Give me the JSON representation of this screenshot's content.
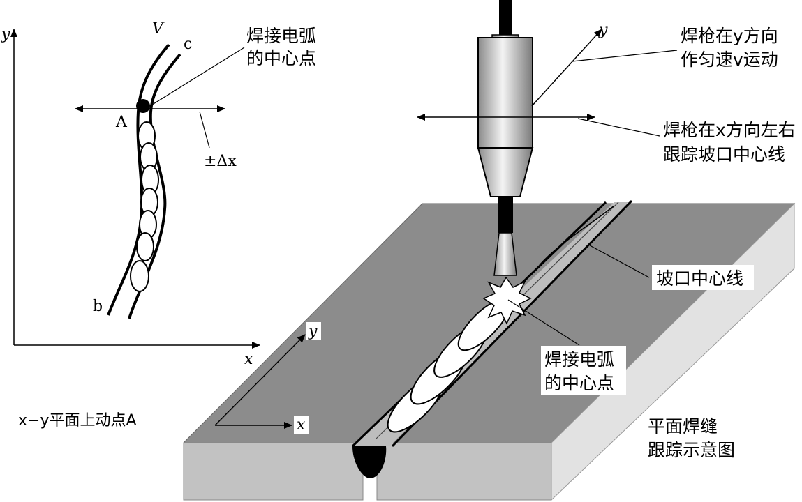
{
  "left_plot": {
    "axis_y": "y",
    "axis_x": "x",
    "curve_v": "V",
    "curve_c": "c",
    "curve_b": "b",
    "point_a": "A",
    "delta_x": "±Δx",
    "arc_center_line1": "焊接电弧",
    "arc_center_line2": "的中心点",
    "caption": "x−y平面上动点A"
  },
  "right_view": {
    "torch_axis_y": "y",
    "torch_y_note_line1": "焊枪在y方向",
    "torch_y_note_line2": "作匀速v运动",
    "torch_x_note_line1": "焊枪在x方向左右",
    "torch_x_note_line2": "跟踪坡口中心线",
    "groove_center": "坡口中心线",
    "arc_center_line1": "焊接电弧",
    "arc_center_line2": "的中心点",
    "plate_axis_y": "y",
    "plate_axis_x": "x",
    "caption_line1": "平面焊缝",
    "caption_line2": "跟踪示意图"
  }
}
